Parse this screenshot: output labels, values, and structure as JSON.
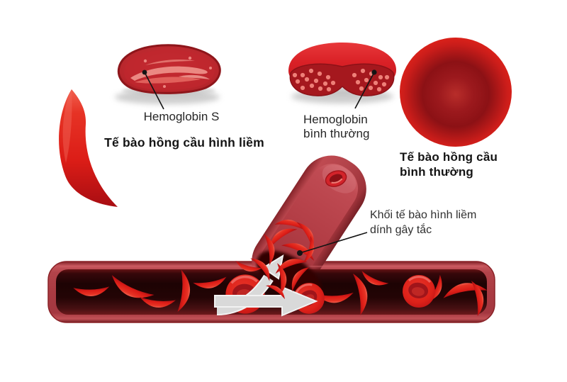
{
  "diagram": {
    "labels": {
      "hemoglobin_s": "Hemoglobin S",
      "sickle_cell_title": "Tế bào hồng cầu hình liềm",
      "normal_hemoglobin": [
        "Hemoglobin",
        "bình thường"
      ],
      "normal_cell_title": [
        "Tế bào hồng cầu",
        "bình thường"
      ],
      "clot_caption": [
        "Khối tế bào hình liềm",
        "dính gây tắc"
      ]
    },
    "colors": {
      "cell_red": "#e02318",
      "cell_dark_red": "#a80d12",
      "top_view_cell": "#b6262c",
      "vessel_wall": "#b2434a",
      "vessel_lumen": "#1d0304",
      "branch_lumen": "#b23d45",
      "arrow_gray": "#d9d9d9",
      "pointer_black": "#1a1a1a",
      "label_text": "#262626"
    }
  }
}
